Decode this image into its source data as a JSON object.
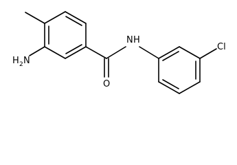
{
  "structure": {
    "atom_labels": {
      "amine_main": "H",
      "amine_subscript": "2",
      "amine_suffix": "N",
      "amide_nh": "N",
      "amide_h": "H",
      "carbonyl_o": "O",
      "chloro": "Cl"
    },
    "colors": {
      "bond": "#000000",
      "label": "#000000",
      "background": "#ffffff"
    }
  }
}
